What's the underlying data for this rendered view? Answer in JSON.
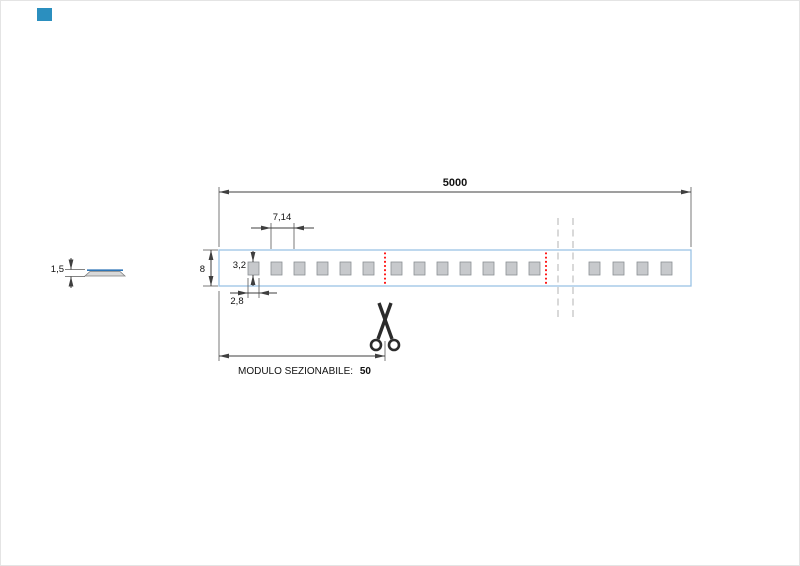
{
  "page": {
    "background": "#ffffff"
  },
  "logo": {
    "color": "#2b8fbf"
  },
  "dimensions": {
    "total_length": "5000",
    "pitch": "7,14",
    "strip_width": "8",
    "chip_height": "3,2",
    "chip_width": "2,8",
    "profile_height": "1,5"
  },
  "module_note": {
    "label": "MODULO SEZIONABILE:",
    "value": "50"
  },
  "icons": {
    "scissors": "scissors-icon"
  },
  "colors": {
    "strip_outline": "#9cc2e5",
    "chip_fill": "#c7c9cc",
    "chip_stroke": "#8b8f93",
    "cut_mark": "#ff0000",
    "dimension_line": "#3f3f3f",
    "break_line": "#b3b3b3",
    "profile_top": "#2e75b6",
    "profile_body": "#d9d9d9",
    "scissors": "#2b2b2b"
  }
}
